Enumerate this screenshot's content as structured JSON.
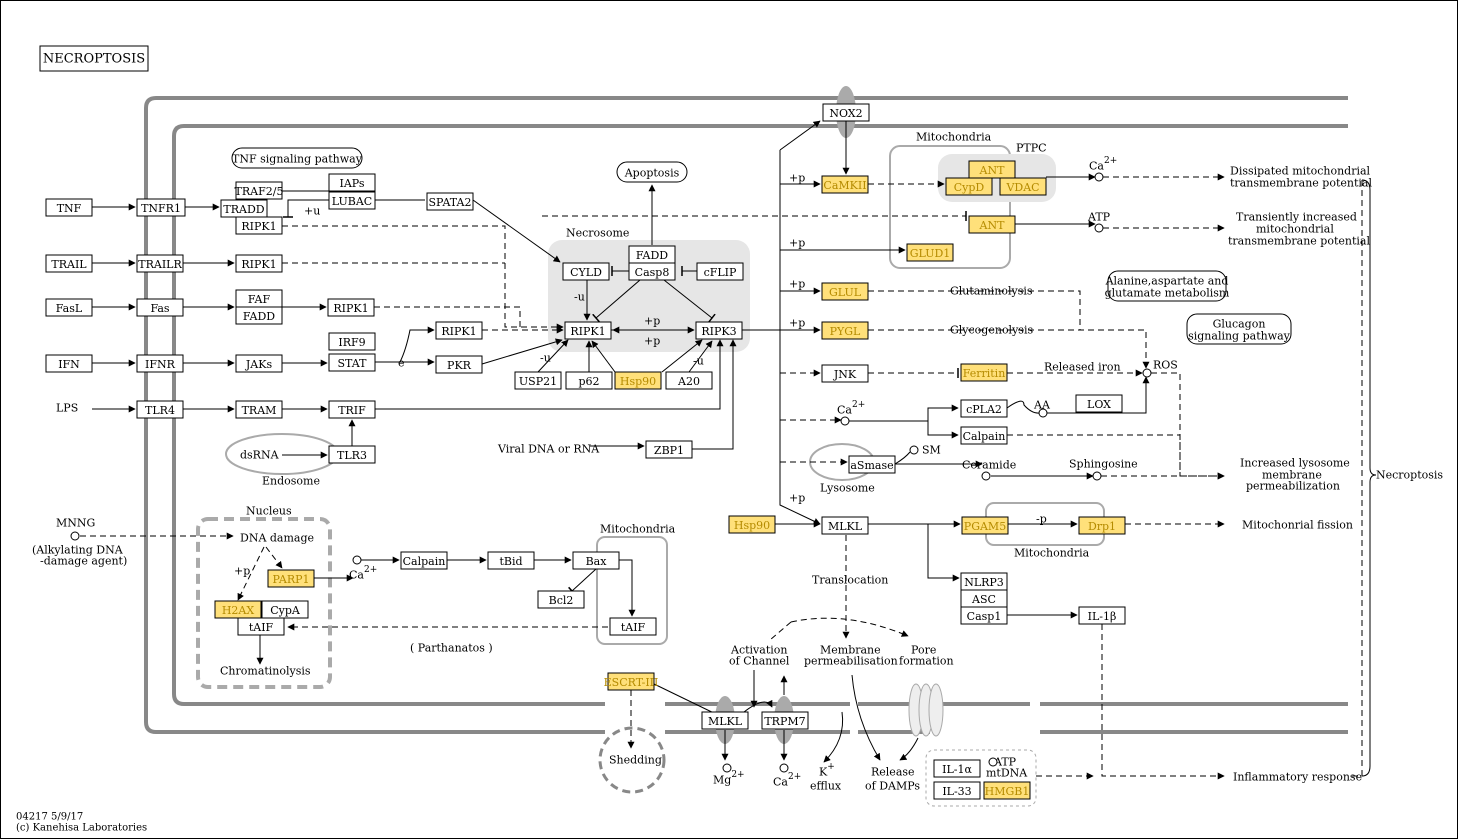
{
  "title": "NECROPTOSIS",
  "footer": {
    "code": "04217 5/9/17",
    "copyright": "(c) Kanehisa Laboratories"
  },
  "colors": {
    "highlight": "#ffe07a",
    "highlight_text": "#b58b00",
    "compartment": "#e6e6e6",
    "membrane": "#888888"
  },
  "nodes": {
    "TNF": "TNF",
    "TNFR1": "TNFR1",
    "TRAIL": "TRAIL",
    "TRAILR": "TRAILR",
    "FasL": "FasL",
    "Fas": "Fas",
    "IFN": "IFN",
    "IFNR": "IFNR",
    "TLR4": "TLR4",
    "TRAF25": "TRAF2/5",
    "TRADD": "TRADD",
    "RIPK1_a": "RIPK1",
    "IAPs": "IAPs",
    "LUBAC": "LUBAC",
    "SPATA2": "SPATA2",
    "RIPK1_b": "RIPK1",
    "FAF": "FAF",
    "FADD_a": "FADD",
    "RIPK1_c": "RIPK1",
    "JAKs": "JAKs",
    "IRF9": "IRF9",
    "STAT": "STAT",
    "RIPK1_d": "RIPK1",
    "PKR": "PKR",
    "TRAM": "TRAM",
    "TRIF": "TRIF",
    "TLR3": "TLR3",
    "ZBP1": "ZBP1",
    "CYLD": "CYLD",
    "FADD_b": "FADD",
    "Casp8": "Casp8",
    "cFLIP": "cFLIP",
    "RIPK1_n": "RIPK1",
    "RIPK3": "RIPK3",
    "USP21": "USP21",
    "p62": "p62",
    "Hsp90_a": "Hsp90",
    "A20": "A20",
    "NOX2": "NOX2",
    "CaMKII": "CaMKII",
    "ANT_a": "ANT",
    "CypD": "CypD",
    "VDAC": "VDAC",
    "ANT_b": "ANT",
    "GLUD1": "GLUD1",
    "GLUL": "GLUL",
    "PYGL": "PYGL",
    "JNK": "JNK",
    "Ferritin": "Ferritin",
    "cPLA2": "cPLA2",
    "Calpain_a": "Calpain",
    "LOX": "LOX",
    "aSmase": "aSmase",
    "Hsp90_b": "Hsp90",
    "MLKL_a": "MLKL",
    "PGAM5": "PGAM5",
    "Drp1": "Drp1",
    "NLRP3": "NLRP3",
    "ASC": "ASC",
    "Casp1": "Casp1",
    "IL1b": "IL-1β",
    "PARP1": "PARP1",
    "H2AX": "H2AX",
    "CypA": "CypA",
    "tAIF_a": "tAIF",
    "Calpain_b": "Calpain",
    "tBid": "tBid",
    "Bax": "Bax",
    "Bcl2": "Bcl2",
    "tAIF_b": "tAIF",
    "ESCRT": "ESCRT-III",
    "MLKL_b": "MLKL",
    "TRPM7": "TRPM7",
    "IL1a": "IL-1α",
    "IL33": "IL-33",
    "HMGB1": "HMGB1"
  },
  "pathways": {
    "tnf": "TNF signaling pathway",
    "apoptosis": "Apoptosis",
    "ala": "Alanine,aspartate and",
    "ala2": "glutamate metabolism",
    "glucagon": "Glucagon",
    "glucagon2": "signaling pathway"
  },
  "labels": {
    "lps": "LPS",
    "viral": "Viral DNA or RNA",
    "dsrna": "dsRNA",
    "endosome": "Endosome",
    "necrosome": "Necrosome",
    "mito1": "Mitochondria",
    "ptpc": "PTPC",
    "ca1": "Ca",
    "ca_sup": "2+",
    "atp": "ATP",
    "dissip1": "Dissipated mitochondrial",
    "dissip2": "transmembrane potential",
    "trans1": "Transiently increased",
    "trans2": "mitochondrial",
    "trans3": "transmembrane potential",
    "glutaminolysis": "Glutaminolysis",
    "glycogenolysis": "Glycogenolysis",
    "released_iron": "Released iron",
    "ros": "ROS",
    "aa": "AA",
    "sm": "SM",
    "ceramide": "Ceramide",
    "sphingosine": "Sphingosine",
    "lysosome": "Lysosome",
    "lyso1": "Increased lysosome",
    "lyso2": "membrane",
    "lyso3": "permeabilization",
    "necroptosis": "Necroptosis",
    "mito_fission": "Mitochonrial fission",
    "mito3": "Mitochondria",
    "translocation": "Translocation",
    "act1": "Activation",
    "act2": "of Channel",
    "mem1": "Membrane",
    "mem2": "permeabilisation",
    "pore1": "Pore",
    "pore2": "formation",
    "mg": "Mg",
    "k": "K",
    "k_sup": "+",
    "efflux": "efflux",
    "release1": "Release",
    "release2": "of DAMPs",
    "mtdna": "mtDNA",
    "inflam": "Inflammatory response",
    "shedding": "Shedding",
    "mnng": "MNNG",
    "alk1": "(Alkylating DNA",
    "alk2": "-damage agent)",
    "nucleus": "Nucleus",
    "dna_damage": "DNA damage",
    "chromatinolysis": "Chromatinolysis",
    "parthanatos": "( Parthanatos )",
    "mito2": "Mitochondria",
    "plus_p": "+p",
    "plus_u": "+u",
    "minus_u": "-u",
    "minus_p": "-p",
    "e": "e"
  }
}
